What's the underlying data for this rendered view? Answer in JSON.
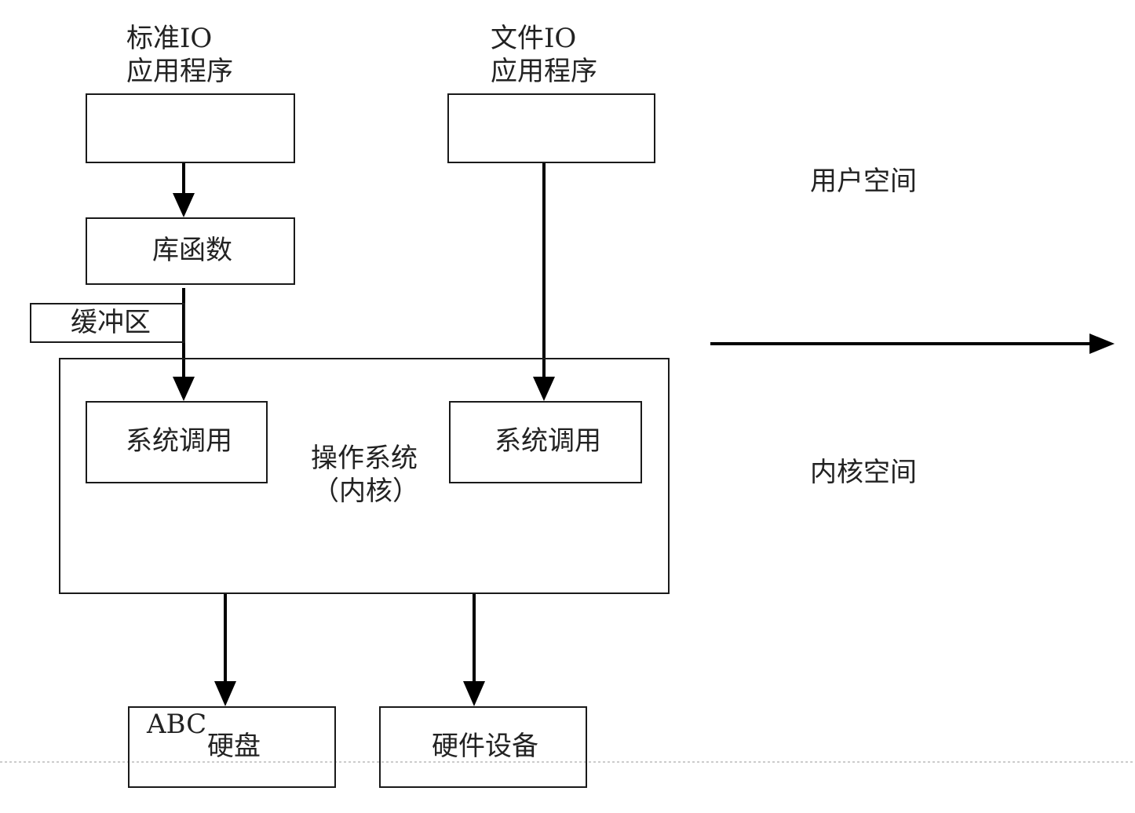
{
  "apps": {
    "std_io": {
      "line1": "标准IO",
      "line2": "应用程序"
    },
    "file_io": {
      "line1": "文件IO",
      "line2": "应用程序"
    }
  },
  "library": {
    "label": "库函数"
  },
  "buffer": {
    "label": "缓冲区"
  },
  "kernel": {
    "title_line1": "操作系统",
    "title_line2": "（内核）",
    "syscall_left": "系统调用",
    "syscall_right": "系统调用"
  },
  "devices": {
    "disk_prefix": "ABC",
    "disk": "硬盘",
    "hardware": "硬件设备"
  },
  "regions": {
    "user_space": "用户空间",
    "kernel_space": "内核空间"
  },
  "colors": {
    "line": "#000000",
    "box_border": "#1a1a1a",
    "separator": "#9a9a9a"
  }
}
